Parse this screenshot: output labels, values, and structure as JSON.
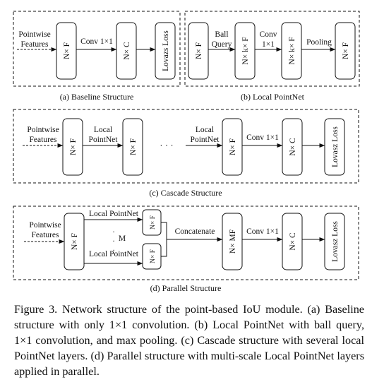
{
  "panel_a": {
    "input_line1": "Pointwise",
    "input_line2": "Features",
    "block1": "N× F",
    "op1": "Conv 1×1",
    "block2": "N× C",
    "block3": "Lovazs Loss",
    "caption": "(a) Baseline Structure"
  },
  "panel_b": {
    "block1": "N× F",
    "op1_line1": "Ball",
    "op1_line2": "Query",
    "block2": "N× k× F",
    "op2_line1": "Conv",
    "op2_line2": "1×1",
    "block3": "N× k× F",
    "op3": "Pooling",
    "block4": "N× F",
    "caption": "(b) Local PointNet"
  },
  "panel_c": {
    "input_line1": "Pointwise",
    "input_line2": "Features",
    "block1": "N× F",
    "op1_line1": "Local",
    "op1_line2": "PointNet",
    "block2": "N× F",
    "ellipsis": "· · ·",
    "op2_line1": "Local",
    "op2_line2": "PointNet",
    "block3": "N× F",
    "op3": "Conv 1×1",
    "block4": "N× C",
    "block5": "Lovasz Loss",
    "caption": "(c) Cascade Structure"
  },
  "panel_d": {
    "input_line1": "Pointwise",
    "input_line2": "Features",
    "block1": "N× F",
    "branch_top": "Local PointNet",
    "branch_bottom": "Local PointNet",
    "branch_count": "M",
    "branch_block_top": "N× F",
    "branch_block_bottom": "N× F",
    "op_concat": "Concatenate",
    "block2": "N× MF",
    "op_conv": "Conv 1×1",
    "block3": "N× C",
    "block4": "Lovasz Loss",
    "caption": "(d) Parallel Structure"
  },
  "figure_caption": "Figure 3. Network structure of the point-based IoU module. (a) Baseline structure with only 1×1 convolution. (b) Local PointNet with ball query, 1×1 convolution, and max pooling. (c) Cascade structure with several local PointNet layers. (d) Parallel structure with multi-scale Local PointNet layers applied in parallel."
}
